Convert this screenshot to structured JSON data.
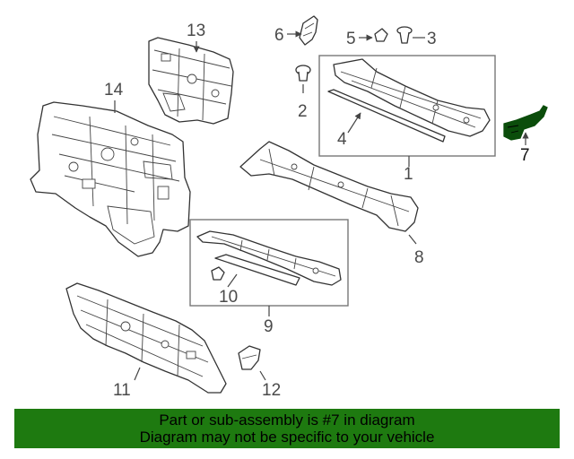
{
  "diagram": {
    "callouts": [
      "1",
      "2",
      "3",
      "4",
      "5",
      "6",
      "7",
      "8",
      "9",
      "10",
      "11",
      "12",
      "13",
      "14"
    ],
    "highlight_color": "#0b4d0b",
    "highlighted_part": "7"
  },
  "footer": {
    "line1": "Part or sub-assembly is #7 in diagram",
    "line2": "Diagram may not be specific to your vehicle",
    "background": "#1e7a10"
  }
}
